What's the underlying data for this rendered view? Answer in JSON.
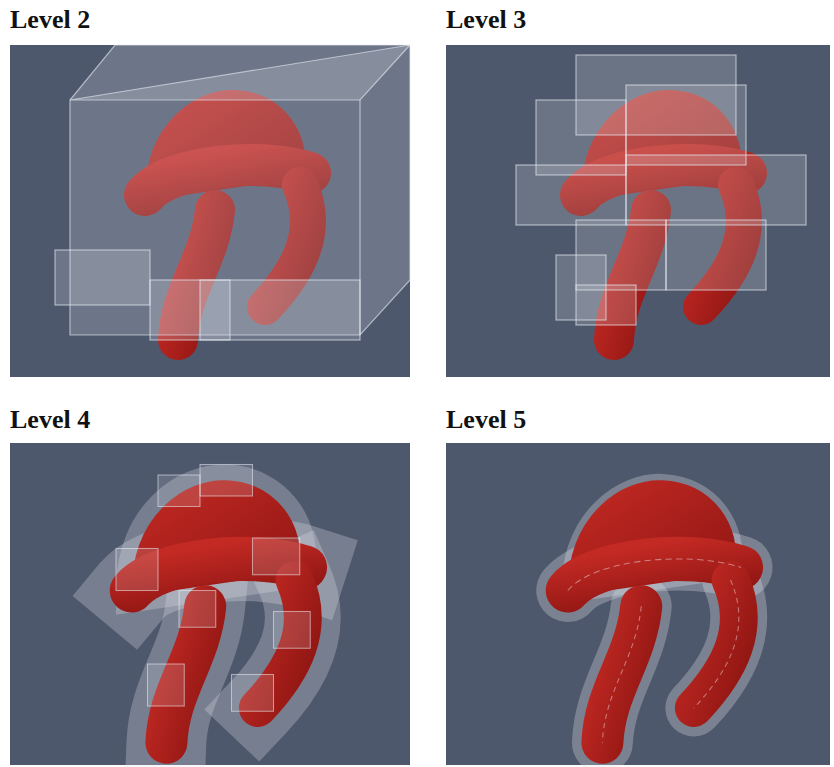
{
  "diagram": {
    "nodes": [
      {
        "text": [
          "Level 2"
        ]
      },
      {
        "text": [
          "Level 3"
        ]
      },
      {
        "text": [
          "Level 4"
        ]
      },
      {
        "text": [
          "Level 5"
        ]
      }
    ]
  }
}
